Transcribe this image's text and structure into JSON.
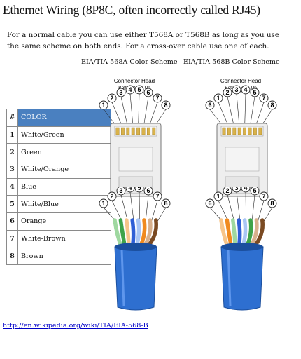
{
  "page": {
    "title": "Ethernet Wiring (8P8C, often incorrectly called RJ45)",
    "intro_line1": "For a normal cable you can use either T568A or T568B as long as you use",
    "intro_line2": "the same scheme on both ends. For a cross-over cable use one of each."
  },
  "schemes": {
    "a_label": "EIA/TIA 568A Color Scheme",
    "b_label": "EIA/TIA 568B Color Scheme",
    "connector_head": "Connector Head",
    "bottom_side_up": "Bottom Side Up"
  },
  "color_table": {
    "header_num": "#",
    "header_color": "COLOR",
    "rows": [
      {
        "num": "1",
        "color": "White/Green"
      },
      {
        "num": "2",
        "color": "Green"
      },
      {
        "num": "3",
        "color": "White/Orange"
      },
      {
        "num": "4",
        "color": "Blue"
      },
      {
        "num": "5",
        "color": "White/Blue"
      },
      {
        "num": "6",
        "color": "Orange"
      },
      {
        "num": "7",
        "color": "White-Brown"
      },
      {
        "num": "8",
        "color": "Brown"
      }
    ]
  },
  "pins": {
    "a": [
      "1",
      "2",
      "3",
      "4",
      "5",
      "6",
      "7",
      "8"
    ],
    "b": [
      "6",
      "1",
      "2",
      "3",
      "4",
      "5",
      "7",
      "8"
    ]
  },
  "footer": {
    "link": "http://en.wikipedia.org/wiki/TIA/EIA-568-B"
  },
  "colors": {
    "header_blue": "#4a80c0",
    "cable_blue": "#2e6fd0",
    "link_blue": "#0000c8"
  }
}
